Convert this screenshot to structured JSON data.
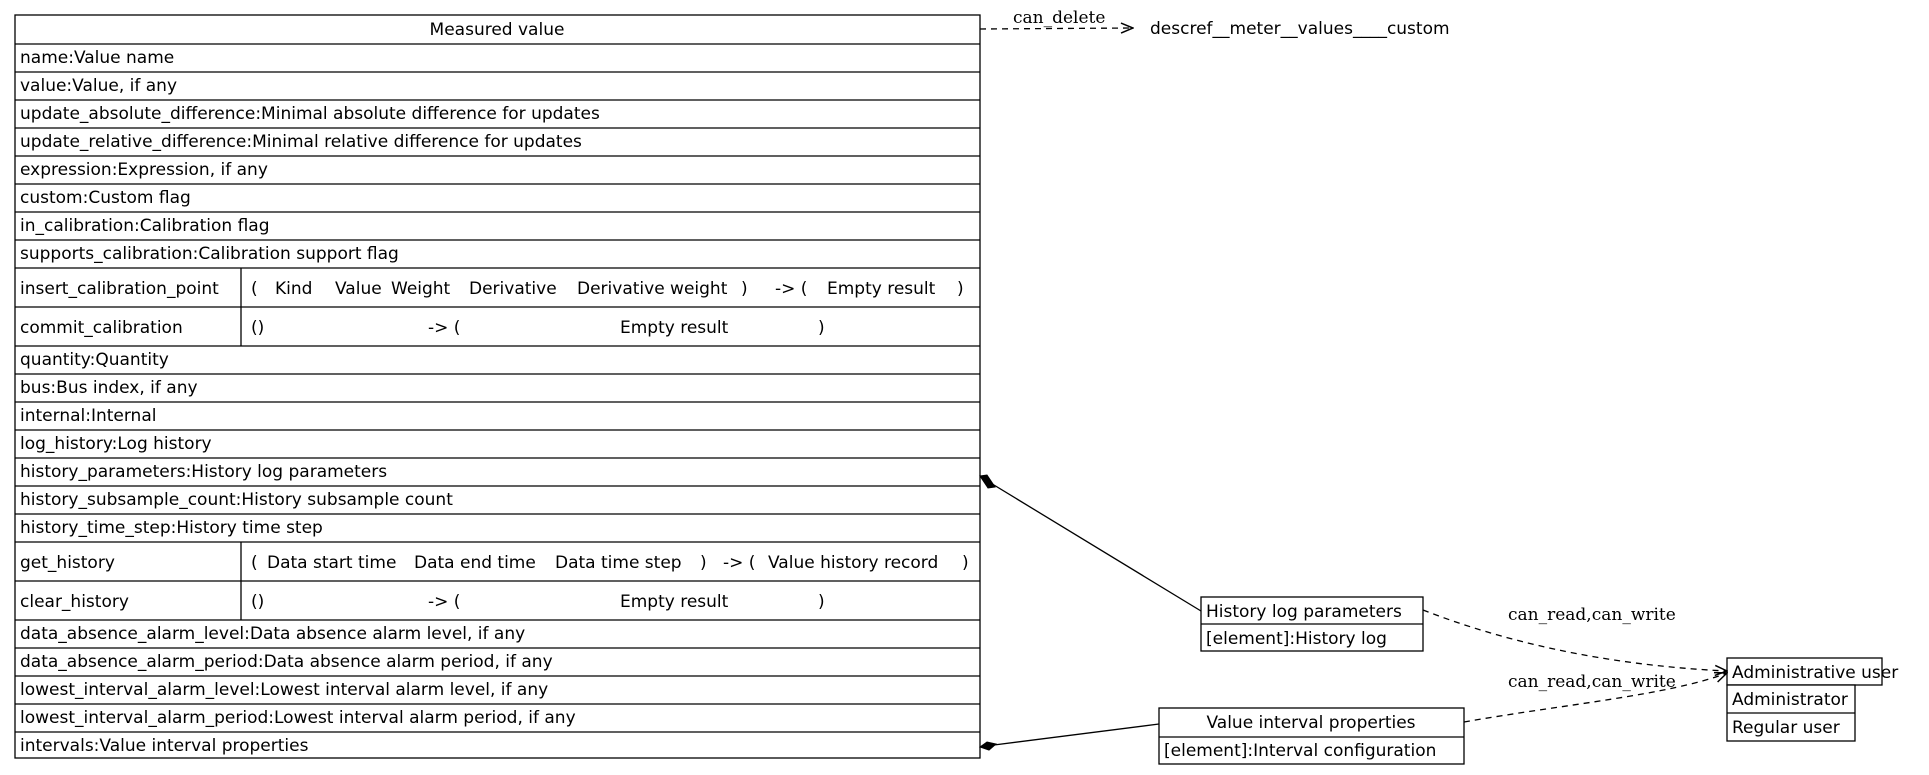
{
  "main_entity": {
    "title": "Measured value",
    "fields": {
      "name": "name:Value name",
      "value": "value:Value, if any",
      "update_absolute_difference": "update_absolute_difference:Minimal absolute difference for updates",
      "update_relative_difference": "update_relative_difference:Minimal relative difference for updates",
      "expression": "expression:Expression, if any",
      "custom": "custom:Custom flag",
      "in_calibration": "in_calibration:Calibration flag",
      "supports_calibration": "supports_calibration:Calibration support flag",
      "quantity": "quantity:Quantity",
      "bus": "bus:Bus index, if any",
      "internal": "internal:Internal",
      "log_history": "log_history:Log history",
      "history_parameters": "history_parameters:History log parameters",
      "history_subsample_count": "history_subsample_count:History subsample count",
      "history_time_step": "history_time_step:History time step",
      "data_absence_alarm_level": "data_absence_alarm_level:Data absence alarm level, if any",
      "data_absence_alarm_period": "data_absence_alarm_period:Data absence alarm period, if any",
      "lowest_interval_alarm_level": "lowest_interval_alarm_level:Lowest interval alarm level, if any",
      "lowest_interval_alarm_period": "lowest_interval_alarm_period:Lowest interval alarm period, if any",
      "intervals": "intervals:Value interval properties"
    },
    "methods": {
      "insert_calibration_point": {
        "name": "insert_calibration_point",
        "open": "(",
        "params": [
          "Kind",
          "Value",
          "Weight",
          "Derivative",
          "Derivative weight"
        ],
        "close": ")",
        "arrow": "-> (",
        "result": "Empty result",
        "result_close": ")"
      },
      "commit_calibration": {
        "name": "commit_calibration",
        "params_empty": "()",
        "arrow": "-> (",
        "result": "Empty result",
        "result_close": ")"
      },
      "get_history": {
        "name": "get_history",
        "open": "(",
        "params": [
          "Data start time",
          "Data end time",
          "Data time step"
        ],
        "close": ")",
        "arrow": "-> (",
        "result": "Value history record",
        "result_close": ")"
      },
      "clear_history": {
        "name": "clear_history",
        "params_empty": "()",
        "arrow": "-> (",
        "result": "Empty result",
        "result_close": ")"
      }
    }
  },
  "custom_ref": {
    "label": "descref__meter__values____custom"
  },
  "history_log_parameters": {
    "title": "History log parameters",
    "field": "[element]:History log"
  },
  "value_interval_properties": {
    "title": "Value interval properties",
    "field": "[element]:Interval configuration"
  },
  "roles": {
    "items": [
      "Administrative user",
      "Administrator",
      "Regular user"
    ]
  },
  "edges": {
    "can_delete": "can_delete",
    "history_to_roles": "can_read,can_write",
    "intervals_to_roles": "can_read,can_write"
  },
  "colors": {
    "line": "#000000",
    "background": "#ffffff"
  }
}
